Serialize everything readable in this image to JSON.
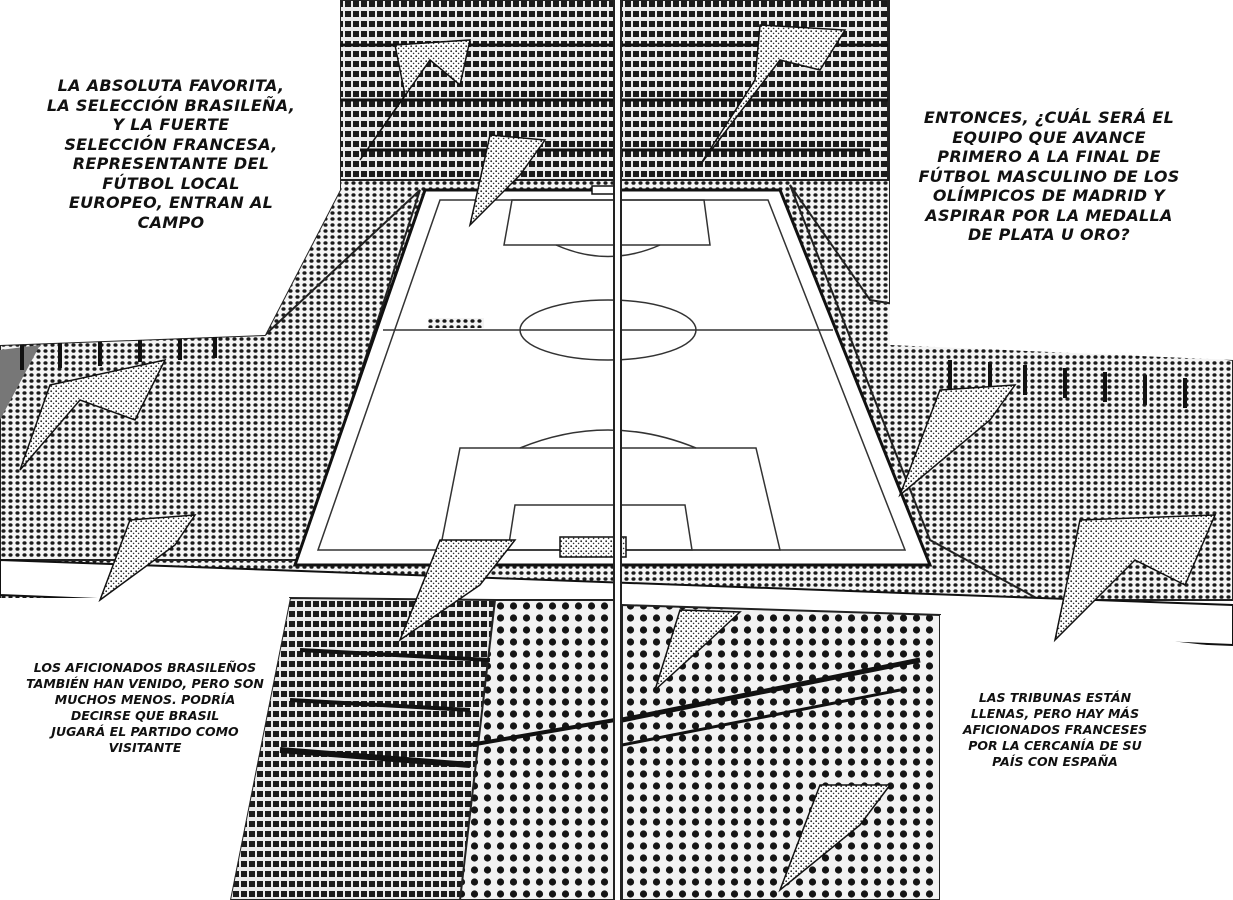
{
  "captions": {
    "top_left": [
      "LA ABSOLUTA FAVORITA,",
      "LA SELECCIÓN BRASILEÑA,",
      "Y LA FUERTE",
      "SELECCIÓN FRANCESA,",
      "REPRESENTANTE DEL",
      "FÚTBOL LOCAL",
      "EUROPEO, ENTRAN AL",
      "CAMPO"
    ],
    "top_right": [
      "ENTONCES, ¿CUÁL SERÁ EL",
      "EQUIPO QUE AVANCE",
      "PRIMERO A LA FINAL DE",
      "FÚTBOL MASCULINO DE LOS",
      "OLÍMPICOS DE MADRID Y",
      "ASPIRAR POR LA MEDALLA",
      "DE PLATA U ORO?"
    ],
    "bottom_left": [
      "LOS AFICIONADOS BRASILEÑOS",
      "TAMBIÉN HAN VENIDO, PERO SON",
      "MUCHOS MENOS. PODRÍA",
      "DECIRSE QUE BRASIL",
      "JUGARÁ EL PARTIDO COMO",
      "VISITANTE"
    ],
    "bottom_right": [
      "LAS TRIBUNAS ESTÁN",
      "LLENAS, PERO HAY MÁS",
      "AFICIONADOS FRANCESES",
      "POR LA CERCANÍA DE SU",
      "PAÍS CON ESPAÑA"
    ]
  }
}
